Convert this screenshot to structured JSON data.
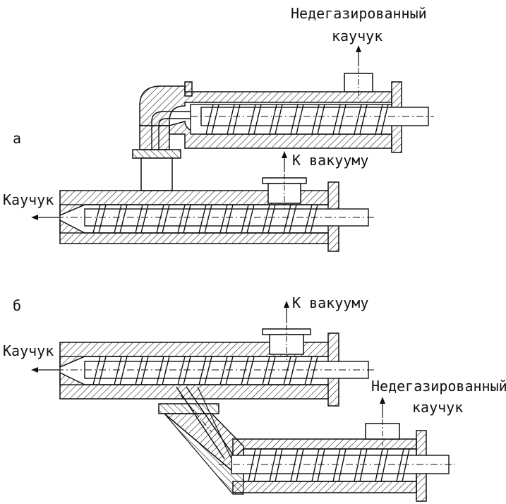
{
  "diagram": {
    "ink_color": "#111111",
    "variant_a": {
      "marker": "а",
      "upper_output_label_line1": "Недегазированный",
      "upper_output_label_line2": "каучук",
      "vacuum_label": "К вакууму",
      "rubber_output_label": "Каучук"
    },
    "variant_b": {
      "marker": "б",
      "vacuum_label": "К вакууму",
      "rubber_output_label": "Каучук",
      "lower_input_label_line1": "Недегазированный",
      "lower_input_label_line2": "каучук"
    }
  }
}
